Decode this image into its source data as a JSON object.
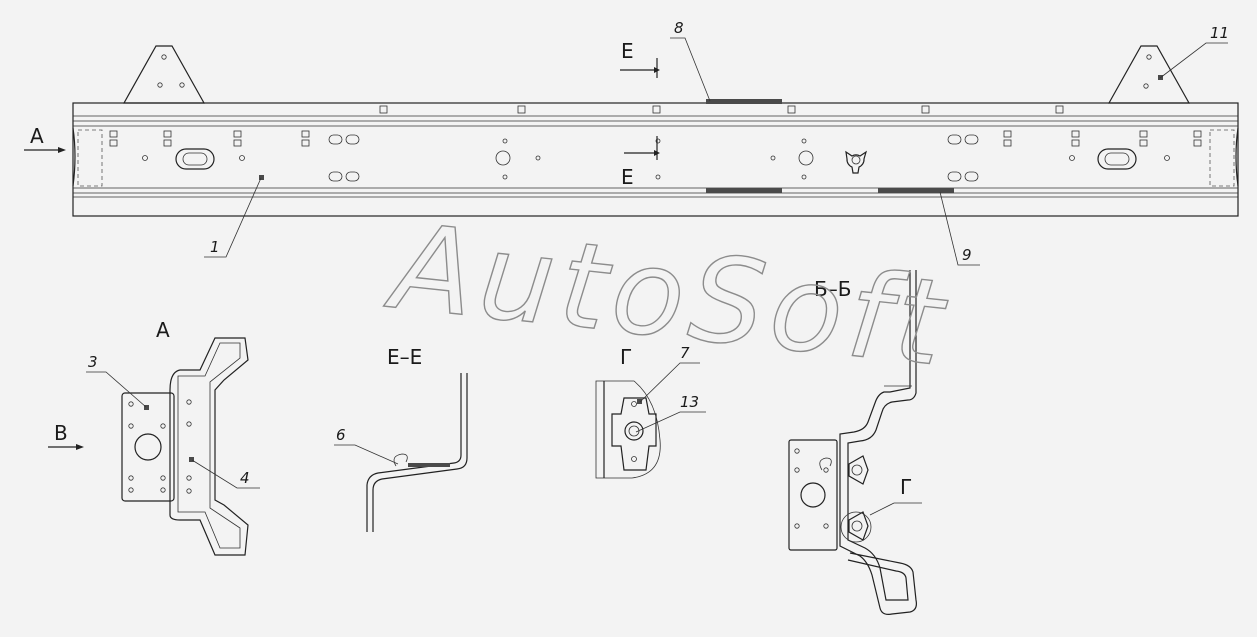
{
  "watermark": "AutoSoft",
  "callouts": {
    "c1": "1",
    "c3": "3",
    "c4": "4",
    "c6": "6",
    "c7": "7",
    "c8": "8",
    "c9": "9",
    "c11": "11",
    "c13": "13"
  },
  "view_labels": {
    "section_e_top": "E",
    "section_e_bottom": "E",
    "arrow_a": "A",
    "arrow_b": "B",
    "view_a": "A",
    "section_ee": "E–E",
    "section_bb": "Б–Б",
    "detail_g": "Г",
    "detail_g_ref": "Г"
  }
}
